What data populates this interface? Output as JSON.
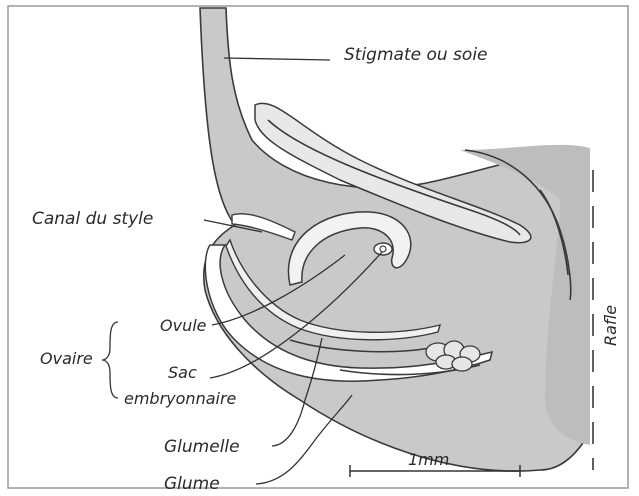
{
  "labels": {
    "stigmate": "Stigmate ou soie",
    "canal": "Canal du style",
    "ovule": "Ovule",
    "ovaire": "Ovaire",
    "sac": "Sac",
    "embryonnaire": "embryonnaire",
    "glumelle": "Glumelle",
    "glume": "Glume",
    "rafle": "Rafle",
    "scale": "1mm"
  },
  "colors": {
    "tissue": "#c9c9c9",
    "tissue_dark": "#b8b8b8",
    "outline": "#3a3a3a",
    "frame": "#9a9a9a"
  }
}
